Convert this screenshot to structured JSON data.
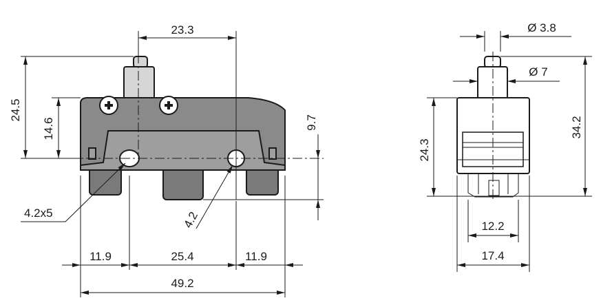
{
  "drawing": {
    "front_view": {
      "dimensions": {
        "plunger_offset": "23.3",
        "overall_height": "24.5",
        "body_height": "14.6",
        "lower_height": "9.7",
        "left_mount_hole": "4.2x5",
        "right_mount_hole": "4.2",
        "left_edge": "11.9",
        "hole_spacing": "25.4",
        "right_edge": "11.9",
        "overall_length": "49.2"
      }
    },
    "side_view": {
      "dimensions": {
        "plunger_tip_diameter": "Ø 3.8",
        "plunger_diameter": "Ø 7",
        "overall_height": "34.2",
        "body_height": "24.3",
        "inner_width": "12.2",
        "overall_width": "17.4"
      }
    }
  },
  "colors": {
    "body": "#8a8a8a",
    "panel": "#9e9e9e",
    "plunger": "#d6d6d6",
    "feet": "#7a7a7a"
  }
}
